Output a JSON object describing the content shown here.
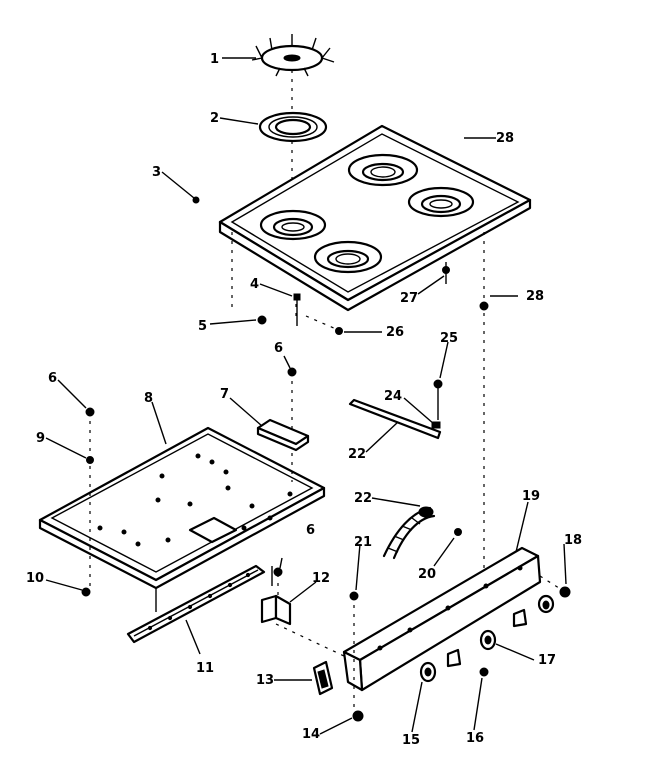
{
  "diagram": {
    "callouts": [
      {
        "id": "c1",
        "text": "1"
      },
      {
        "id": "c2",
        "text": "2"
      },
      {
        "id": "c3",
        "text": "3"
      },
      {
        "id": "c4",
        "text": "4"
      },
      {
        "id": "c5",
        "text": "5"
      },
      {
        "id": "c6a",
        "text": "6"
      },
      {
        "id": "c6b",
        "text": "6"
      },
      {
        "id": "c6c",
        "text": "6"
      },
      {
        "id": "c7",
        "text": "7"
      },
      {
        "id": "c8",
        "text": "8"
      },
      {
        "id": "c9",
        "text": "9"
      },
      {
        "id": "c10",
        "text": "10"
      },
      {
        "id": "c11",
        "text": "11"
      },
      {
        "id": "c12",
        "text": "12"
      },
      {
        "id": "c13",
        "text": "13"
      },
      {
        "id": "c14",
        "text": "14"
      },
      {
        "id": "c15",
        "text": "15"
      },
      {
        "id": "c16",
        "text": "16"
      },
      {
        "id": "c17",
        "text": "17"
      },
      {
        "id": "c18",
        "text": "18"
      },
      {
        "id": "c19",
        "text": "19"
      },
      {
        "id": "c20",
        "text": "20"
      },
      {
        "id": "c21",
        "text": "21"
      },
      {
        "id": "c22a",
        "text": "22"
      },
      {
        "id": "c22b",
        "text": "22"
      },
      {
        "id": "c24",
        "text": "24"
      },
      {
        "id": "c25",
        "text": "25"
      },
      {
        "id": "c26",
        "text": "26"
      },
      {
        "id": "c27",
        "text": "27"
      },
      {
        "id": "c28a",
        "text": "28"
      },
      {
        "id": "c28b",
        "text": "28"
      }
    ]
  }
}
